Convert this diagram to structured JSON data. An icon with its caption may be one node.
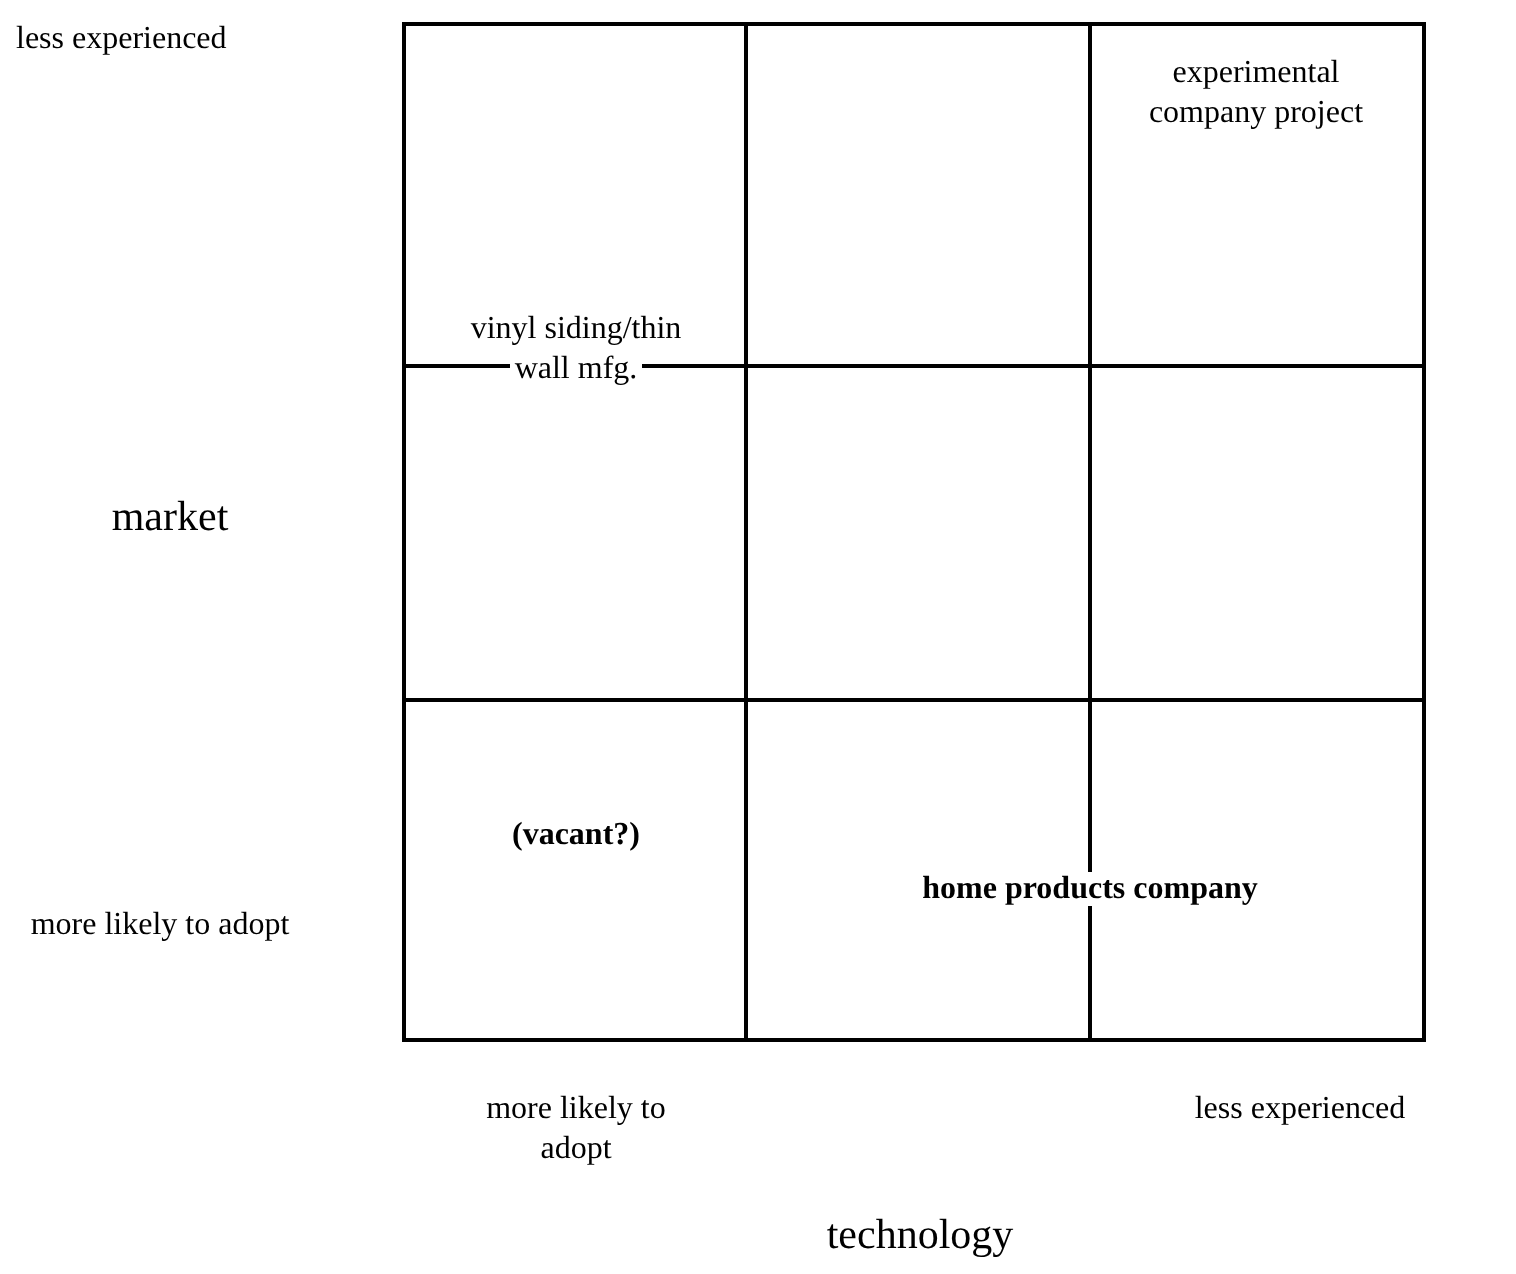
{
  "diagram": {
    "labels": [
      "less experienced",
      "experimental company project",
      "vinyl siding/thin wall mfg.",
      "market",
      "(vacant?)",
      "home products company",
      "more likely to adopt",
      "more likely to adopt",
      "less experienced",
      "technology"
    ]
  }
}
